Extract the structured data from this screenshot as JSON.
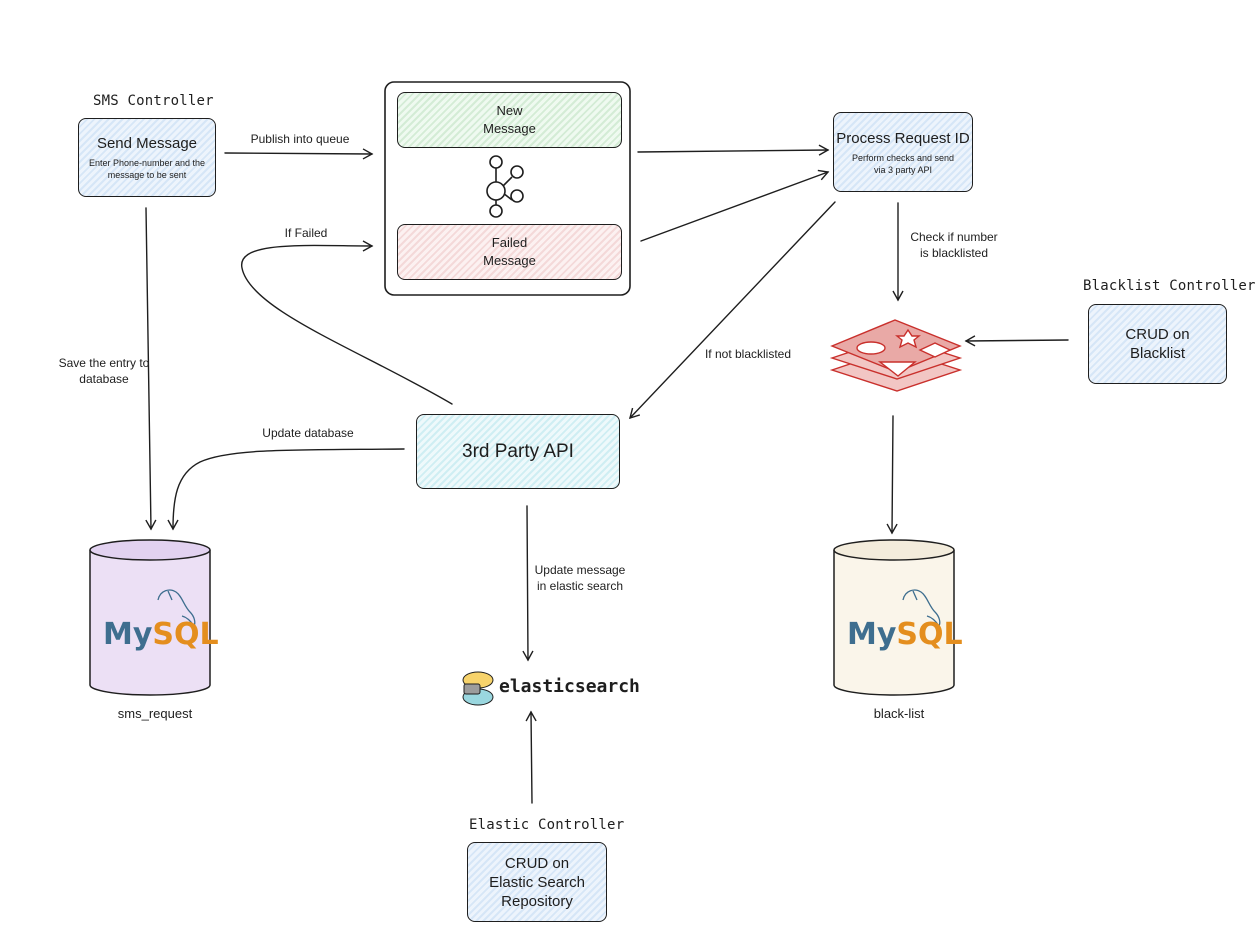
{
  "sms_controller": {
    "header": "SMS Controller",
    "title": "Send Message",
    "subtitle": "Enter Phone-number and the message to be sent"
  },
  "queue": {
    "new_message": "New Message",
    "failed_message": "Failed Message",
    "icon": "kafka-icon"
  },
  "process_request": {
    "title": "Process Request ID",
    "subtitle": "Perform checks and send via 3 party API"
  },
  "third_party_api": {
    "title": "3rd Party API"
  },
  "blacklist_controller": {
    "header": "Blacklist Controller",
    "title": "CRUD on Blacklist"
  },
  "elastic_controller": {
    "header": "Elastic Controller",
    "title": "CRUD on Elastic Search Repository"
  },
  "redis": {
    "icon": "redis-icon"
  },
  "databases": {
    "sms_request": {
      "logo_a": "My",
      "logo_b": "SQL",
      "caption": "sms_request"
    },
    "black_list": {
      "logo_a": "My",
      "logo_b": "SQL",
      "caption": "black-list"
    }
  },
  "elasticsearch": {
    "label": "elasticsearch"
  },
  "edges": {
    "publish": "Publish into queue",
    "if_failed": "If Failed",
    "check_blacklist": "Check if number is blacklisted",
    "if_not_blacklisted": "If not blacklisted",
    "save_entry": "Save the entry to database",
    "update_database": "Update database",
    "update_elastic": "Update message in elastic search"
  },
  "colors": {
    "stroke": "#1e1e1e",
    "blue_fill": "#d6e6f7",
    "green_fill": "#d4ecd6",
    "red_fill": "#f4d9d9",
    "purple_fill": "#ece0f5",
    "beige_fill": "#faf5ea",
    "redis_red": "#c9302c"
  }
}
